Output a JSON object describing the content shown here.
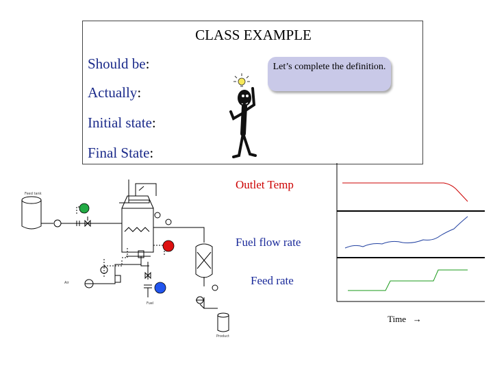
{
  "slide": {
    "title": "CLASS EXAMPLE",
    "should_be": {
      "word": "Should be",
      "colon": ":"
    },
    "actually": {
      "word": "Actually",
      "colon": ":"
    },
    "initial_state": {
      "word": "Initial state",
      "colon": ":"
    },
    "final_state": {
      "word": "Final State",
      "colon": ":"
    },
    "speech_bubble": "Let’s complete the definition."
  },
  "chart": {
    "outlet_temp_label": "Outlet Temp",
    "fuel_flow_label": "Fuel flow rate",
    "feed_rate_label": "Feed rate",
    "time_label": "Time",
    "time_arrow": "→"
  },
  "colors": {
    "outlet_temp_trace": "#cc0000",
    "fuel_flow_trace": "#1f3fa0",
    "feed_rate_trace": "#1a9a1a",
    "controller_red": "#dd1111",
    "controller_blue": "#2255ee",
    "controller_green": "#22aa44"
  },
  "process_diagram": {
    "tank_label": "Feed tank",
    "air_label": "Air",
    "fuel_label": "Fuel",
    "product_label": "Product"
  }
}
